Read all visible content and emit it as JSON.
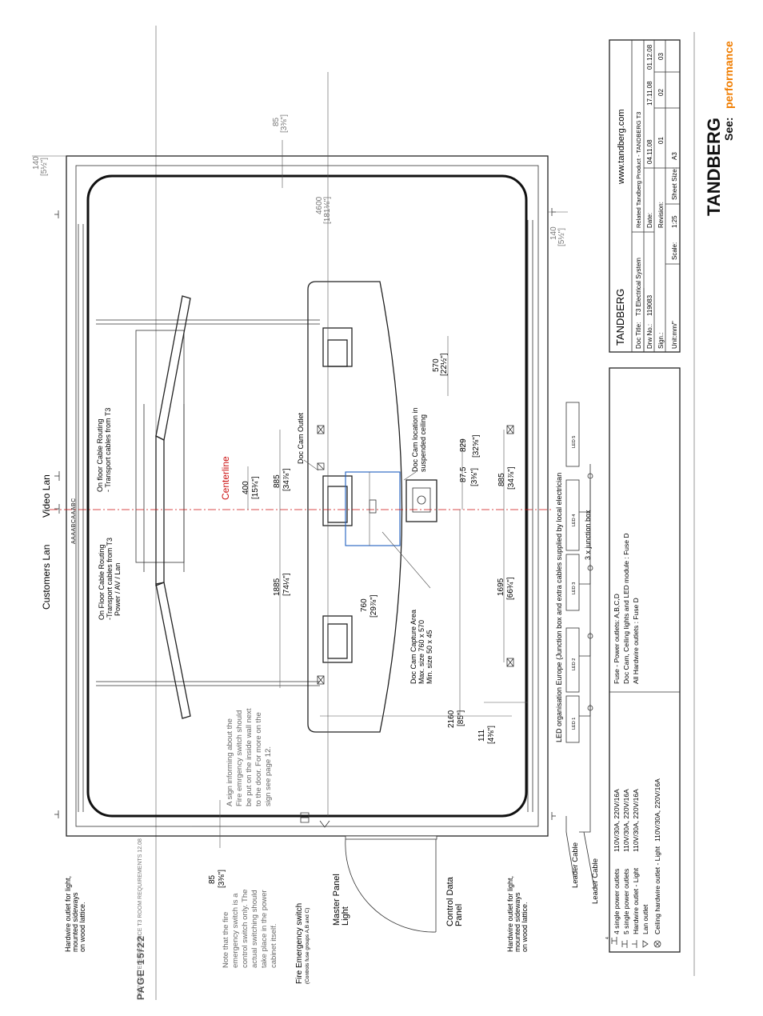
{
  "footer": {
    "doc_ref": "119076.02 TELEPRESENCE T3 ROOM REQUIREMENTS 12.08",
    "page": "PAGE 15/22"
  },
  "brand": {
    "name": "TANDBERG",
    "tagline_prefix": "See:",
    "tagline_word": "performance",
    "accent_color": "#f07d00"
  },
  "title_block": {
    "company": "TANDBERG",
    "website": "www.tandberg.com",
    "doc_title_label": "Doc Title:",
    "doc_title": "T3 Electrical System",
    "related": "Related Tandberg Product - TANDBERG T3",
    "drw_no_label": "Drw No.:",
    "drw_no": "119083",
    "date_label": "Date:",
    "dates": [
      "04.11.08",
      "17.11.08",
      "01.12.08"
    ],
    "sign_label": "Sign.:",
    "revision_label": "Revision:",
    "revisions": [
      "01",
      "02",
      "03"
    ],
    "unit": "Unit:mm/\"",
    "scale_label": "Scale:",
    "scale": "1:25",
    "sheet_size_label": "Sheet Size:",
    "sheet_size": "A3"
  },
  "legend": {
    "items": [
      {
        "symbol": "4-outlet-icon",
        "label": "4 single power outlets",
        "spec": "110V/30A, 220V/16A"
      },
      {
        "symbol": "5-outlet-icon",
        "label": "5 single power outlets",
        "spec": "110V/30A, 220V/16A"
      },
      {
        "symbol": "hardwire-outlet-icon",
        "label": "Hardwire outlet - Light",
        "spec": "110V/30A, 220V/16A"
      },
      {
        "symbol": "lan-outlet-icon",
        "label": "Lan outlet",
        "spec": ""
      },
      {
        "symbol": "ceiling-outlet-icon",
        "label": "Ceiling hardwire outlet - Light",
        "spec": "110V/30A, 220V/16A"
      }
    ],
    "fuse_lines": [
      "Fuse - Power outlets: A,B,C,D",
      "Doc Cam, Ceiling lights and LED module : Fuse D",
      "All Hardwire outlets : Fuse D"
    ]
  },
  "led": {
    "title": "LED organisation Europe (Junction box and extra cables supplied by local electrician",
    "modules": [
      "LED 1",
      "LED 2",
      "LED 3",
      "LED 4",
      "LED 5"
    ],
    "junction": "3 x junction box",
    "leader_cable": "Leader Cable"
  },
  "labels": {
    "centerline": "Centerline",
    "customers_lan": "Customers Lan",
    "video_lan": "Video Lan",
    "outlet_letters": "AAAABCAAABC",
    "on_floor_left_1": "On Floor Cable Routing",
    "on_floor_left_2": "-Transport cables from T3",
    "on_floor_left_3": "Power / AV / Lan",
    "on_floor_right_1": "On floor Cable Routing",
    "on_floor_right_2": "- Transport cables from T3",
    "doc_cam_outlet": "Doc Cam Outlet",
    "doc_cam_location_1": "Doc Cam location in",
    "doc_cam_location_2": "suspended ceiling",
    "capture_1": "Doc Cam Capture Area",
    "capture_2": "Max. size 760 x 570",
    "capture_3": "Min. size 50 x 45",
    "sign_note": [
      "A sign informing about the",
      "Fire emrgency switch should",
      "be put on the inside wall next",
      "to the door. For more on the",
      "sign see page 12."
    ],
    "fire_note": [
      "Note that the fire",
      "emergency switch is a",
      "control switch only. The",
      "actual switching should",
      "take place in the power",
      "cabinet itself."
    ],
    "fire_switch": "Fire Emergency switch",
    "fire_switch_sub": "(Controls fuse groups A,B and C)",
    "master_panel_1": "Master Panel",
    "master_panel_2": "Light",
    "control_data_1": "Control Data",
    "control_data_2": "Panel",
    "hardwire_top": [
      "Hardwire outlet for light,",
      "mounted sideways",
      "on wood lattice."
    ],
    "hardwire_bottom": [
      "Hardwire outlet for light,",
      "mounted sideways",
      "on wood lattice."
    ]
  },
  "dimensions": {
    "d140_top": "140",
    "d140_top_in": "[5½\"]",
    "d85_top": "85",
    "d85_top_in": "[3⅜\"]",
    "d4600": "4600",
    "d4600_in": "[181⅛\"]",
    "d140_right": "140",
    "d140_right_in": "[5½\"]",
    "d570": "570",
    "d570_in": "[22½\"]",
    "d829": "829",
    "d829_in": "[32⅝\"]",
    "d87": "87,5",
    "d87_in": "[3⅜\"]",
    "d885a": "885",
    "d885a_in": "[34⅞\"]",
    "d885b": "885",
    "d885b_in": "[34⅞\"]",
    "d400": "400",
    "d400_in": "[15¾\"]",
    "d1885": "1885",
    "d1885_in": "[74¼\"]",
    "d760": "760",
    "d760_in": "[29⅞\"]",
    "d1695": "1695",
    "d1695_in": "[66¾\"]",
    "d2160": "2160",
    "d2160_in": "[85\"]",
    "d111": "111",
    "d111_in": "[4⅜\"]",
    "d85_left": "85",
    "d85_left_in": "[3⅜\"]"
  }
}
